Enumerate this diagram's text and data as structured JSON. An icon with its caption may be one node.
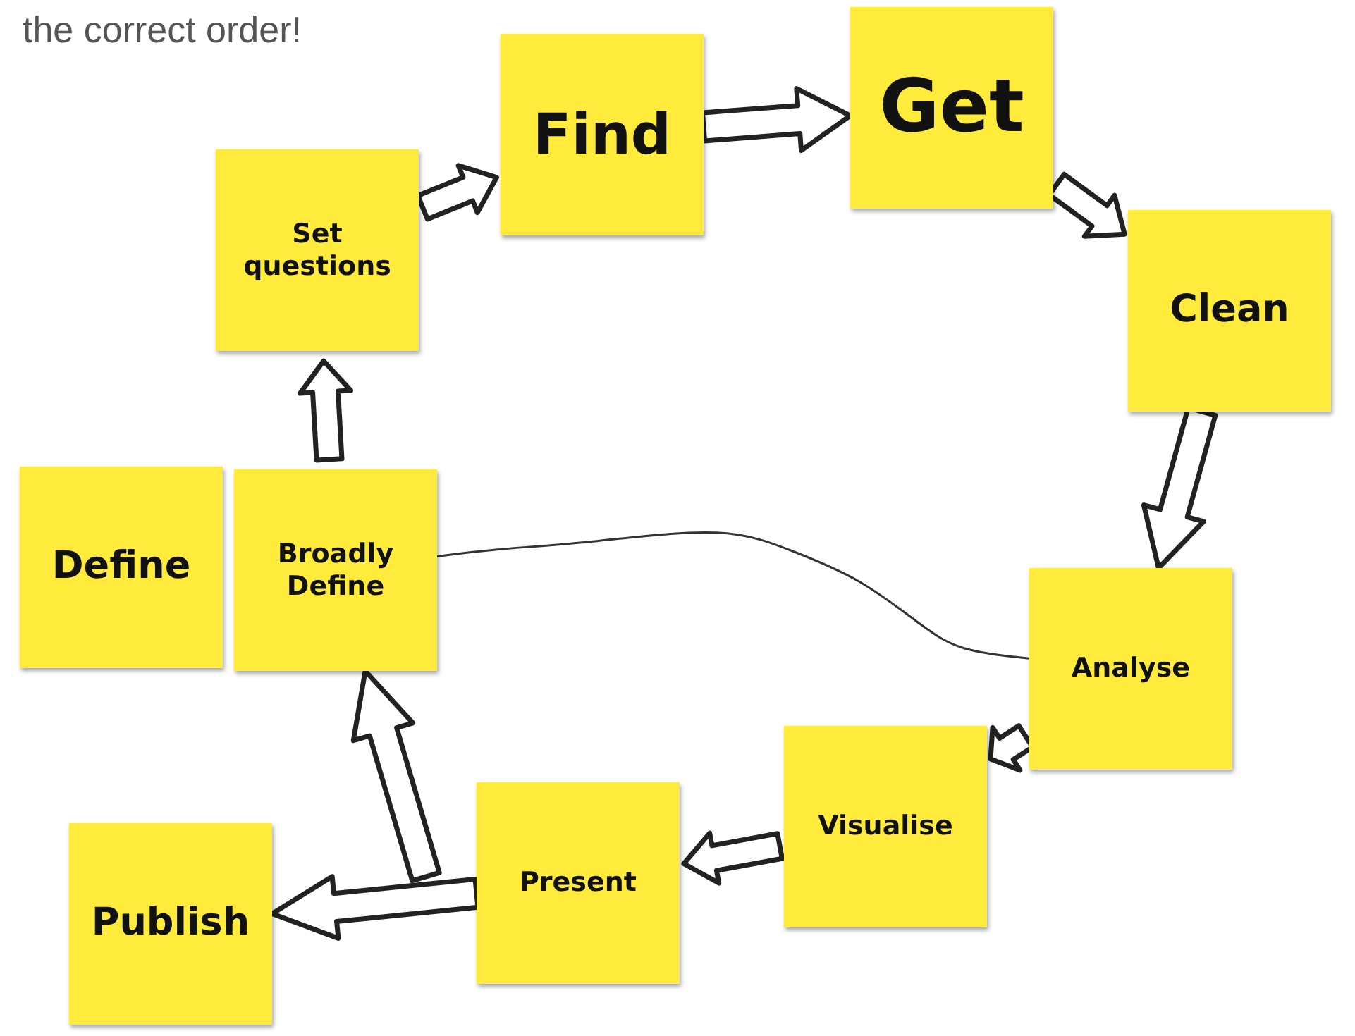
{
  "diagram": {
    "nodes": [
      {
        "text": [
          "Define"
        ]
      },
      {
        "text": [
          "Broadly Define"
        ]
      },
      {
        "text": [
          "Set questions"
        ]
      },
      {
        "text": [
          "Find"
        ]
      },
      {
        "text": [
          "Get"
        ]
      },
      {
        "text": [
          "Clean"
        ]
      },
      {
        "text": [
          "Analyse"
        ]
      },
      {
        "text": [
          "Visualise"
        ]
      },
      {
        "text": [
          "Present"
        ]
      },
      {
        "text": [
          "Publish"
        ]
      }
    ],
    "edges": [
      {
        "from": 1,
        "to": 2,
        "arrow": "to"
      },
      {
        "from": 2,
        "to": 3,
        "arrow": "to"
      },
      {
        "from": 3,
        "to": 4,
        "arrow": "to"
      },
      {
        "from": 4,
        "to": 5,
        "arrow": "to"
      },
      {
        "from": 5,
        "to": 6,
        "arrow": "to"
      },
      {
        "from": 6,
        "to": 7,
        "arrow": "to"
      },
      {
        "from": 7,
        "to": 8,
        "arrow": "to"
      },
      {
        "from": 8,
        "to": 9,
        "arrow": "to"
      },
      {
        "from": null,
        "to": 1,
        "arrow": "to"
      },
      {
        "from": 1,
        "to": 6,
        "arrow": "none"
      }
    ],
    "labels": [
      "the correct order!"
    ]
  }
}
